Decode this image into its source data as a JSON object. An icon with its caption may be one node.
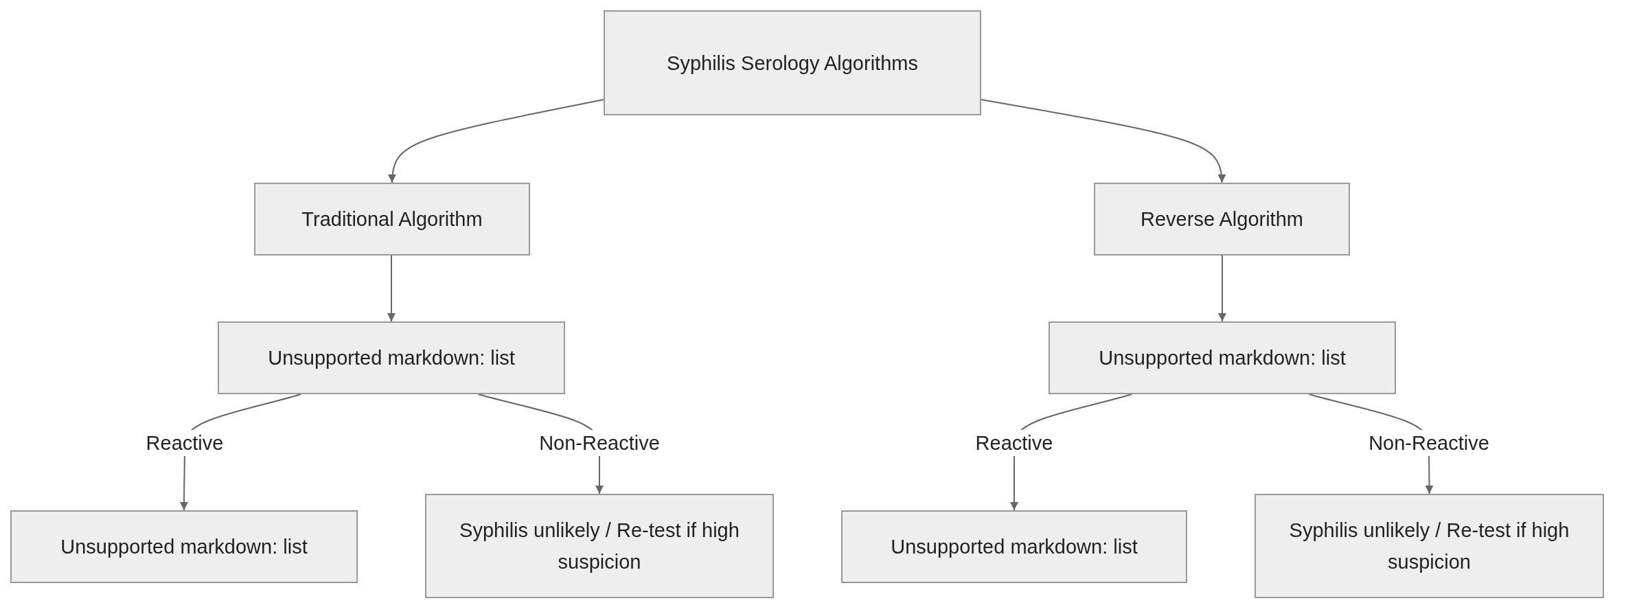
{
  "diagram": {
    "nodes": [
      {
        "text": [
          "Syphilis Serology Algorithms"
        ]
      },
      {
        "text": [
          "Traditional Algorithm"
        ]
      },
      {
        "text": [
          "Reverse Algorithm"
        ]
      },
      {
        "text": [
          "Unsupported markdown: list"
        ]
      },
      {
        "text": [
          "Unsupported markdown: list"
        ]
      },
      {
        "text": [
          "Unsupported markdown: list"
        ]
      },
      {
        "text": [
          "Syphilis unlikely / Re-test if high suspicion"
        ]
      },
      {
        "text": [
          "Unsupported markdown: list"
        ]
      },
      {
        "text": [
          "Syphilis unlikely / Re-test if high suspicion"
        ]
      }
    ],
    "edges": [
      {
        "from": 0,
        "to": 1,
        "arrow": "to"
      },
      {
        "from": 0,
        "to": 2,
        "arrow": "to"
      },
      {
        "from": 1,
        "to": 3,
        "arrow": "to"
      },
      {
        "from": 2,
        "to": 4,
        "arrow": "to"
      },
      {
        "from": 3,
        "to": 5,
        "arrow": "to",
        "label": "Reactive"
      },
      {
        "from": 3,
        "to": 6,
        "arrow": "to",
        "label": "Non-Reactive"
      },
      {
        "from": 4,
        "to": 7,
        "arrow": "to",
        "label": "Reactive"
      },
      {
        "from": 4,
        "to": 8,
        "arrow": "to",
        "label": "Non-Reactive"
      }
    ]
  }
}
